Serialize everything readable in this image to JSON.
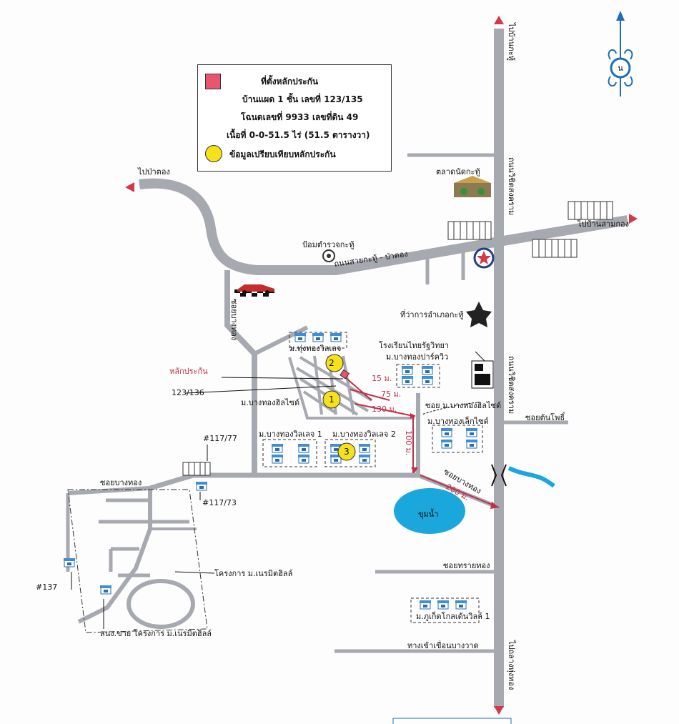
{
  "legend": {
    "title": "ที่ตั้งหลักประกัน",
    "line1": "บ้านแผด 1 ชั้น เลขที่ 123/135",
    "line2": "โฉนดเลขที่ 9933 เลขที่ดิน 49",
    "line3": "เนื้อที่ 0-0-51.5 ไร่ (51.5 ตารางวา)",
    "comparison": "ข้อมูลเปรียบเทียบหลักประกัน",
    "subject_color": "#e8556f",
    "comparison_color": "#f5e21c"
  },
  "compass": {
    "letter": "น"
  },
  "roads": {
    "to_ban_kathu": "ไปบ้านกะทู้",
    "to_pa_tong": "ไปป่าตอง",
    "to_sam_kong": "ไปบ้านสามกอง",
    "to_kathu_lake": "ไปถลางทุ่งทอง",
    "wichit_upper": "ถนนวิชิตสงคราม",
    "wichit_lower": "ถนนวิชิตสงคราม",
    "kathu_patong_road": "ถนนสายกะทู้ - ป่าตอง",
    "soi_bang_thong_left": "ซอยบางทอง",
    "soi_bang_thong_vertical": "ซอยบางทอง",
    "soi_bang_thong_diag": "ซอยบางทอง",
    "soi_ton_pho": "ซอยต้นโพธิ์",
    "soi_sai_thong": "ซอยทรายทอง",
    "bang_wad_entrance": "ทางเข้าเขื่อนบางวาด",
    "soi_m_bang_thong_hill": "ซอย ม.บางทองฮิลไซด์"
  },
  "places": {
    "kathu_market": "ตลาดนัดกะทู้",
    "kathu_police": "ป้อมตำรวจกะทู้",
    "district_office": "ที่ว่าการอำเภอกะทู้",
    "thai_rat_school": "โรงเรียนไทยรัฐวิทยา",
    "m_bang_thong_park_villa": "ม.บางทองปาร์ควิว",
    "m_thung_thong_ville": "ม.ทุ่งทองวิลเลจ",
    "m_bang_thong_hillside": "ม.บางทองฮิลไซด์",
    "m_bang_thong_little": "ม.บางทองเล็กไซด์",
    "m_bang_thong_village1": "ม.บางทองวิลเลจ 1",
    "m_bang_thong_village2": "ม.บางทองวิลเลจ 2",
    "pond": "ขุมน้ำ",
    "m_phuket_golden_villa": "ม.ภูเก็ตโกลเด้นวิลล์ 1",
    "nermit_hill": "โครงการ ม.เนรมิตฮิลล์",
    "nermit_sales": "สนง.ขาย โครงการ ม.เนรมิตฮิลล์"
  },
  "annotations": {
    "collateral_label": "หลักประกัน",
    "house_123_136": "123/136",
    "dist_15": "15 ม.",
    "dist_75": "75 ม.",
    "dist_130": "130 ม.",
    "dist_100": "100 ม.",
    "dist_200": "200 ม.",
    "ref_117_77": "#117/77",
    "ref_117_73": "#117/73",
    "ref_137": "#137",
    "marker_1": "1",
    "marker_2": "2",
    "marker_3": "3"
  },
  "colors": {
    "road": "#a7a9b0",
    "route": "#c0304a",
    "water": "#1aa7dc",
    "marker": "#f5e21c"
  }
}
